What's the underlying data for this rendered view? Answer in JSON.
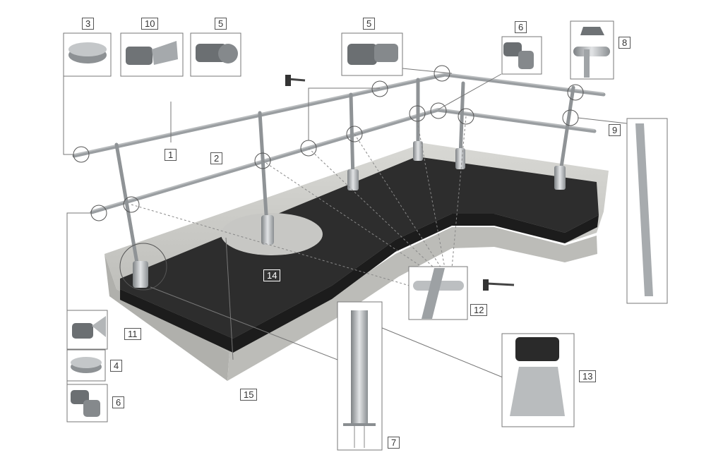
{
  "title": "Guardrail system components",
  "labels": {
    "top_rail": "1",
    "mid_rail": "2",
    "end_cap_large": "3",
    "end_cap_small": "4",
    "elbow_connector_top": "5",
    "elbow_connector_detail": "5",
    "tee_connector_top": "6",
    "tee_connector_bottom": "6",
    "base_post": "7",
    "toe_clip": "8",
    "post_profile": "9",
    "wall_bracket": "10",
    "end_bracket": "11",
    "screw_joint": "12",
    "counterweight_base": "13",
    "roof_surface": "14",
    "concrete_slab": "15"
  },
  "colors": {
    "membrane": "#2d2d2d",
    "concrete": "#c9c9c6",
    "metal": "#a9adb0",
    "leader": "#777777"
  }
}
